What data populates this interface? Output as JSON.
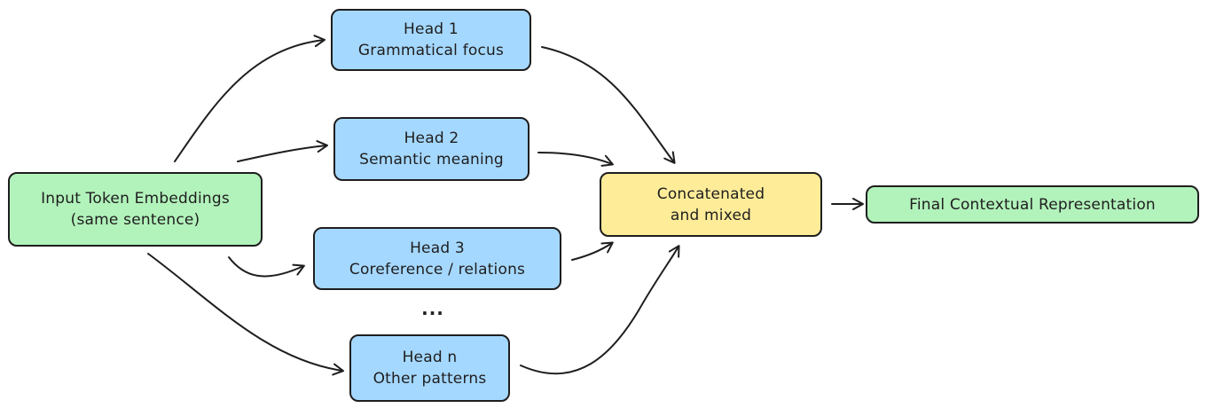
{
  "nodes": {
    "input": {
      "line1": "Input Token Embeddings",
      "line2": "(same sentence)"
    },
    "head1": {
      "line1": "Head 1",
      "line2": "Grammatical focus"
    },
    "head2": {
      "line1": "Head 2",
      "line2": "Semantic meaning"
    },
    "head3": {
      "line1": "Head 3",
      "line2": "Coreference / relations"
    },
    "headn": {
      "line1": "Head n",
      "line2": "Other patterns"
    },
    "concat": {
      "line1": "Concatenated",
      "line2": "and mixed"
    },
    "final": {
      "line1": "Final Contextual Representation"
    }
  },
  "ellipsis": "...",
  "colors": {
    "green_fill": "#b2f2bb",
    "blue_fill": "#a5d8ff",
    "yellow_fill": "#ffec99",
    "stroke": "#1e1e1e"
  }
}
